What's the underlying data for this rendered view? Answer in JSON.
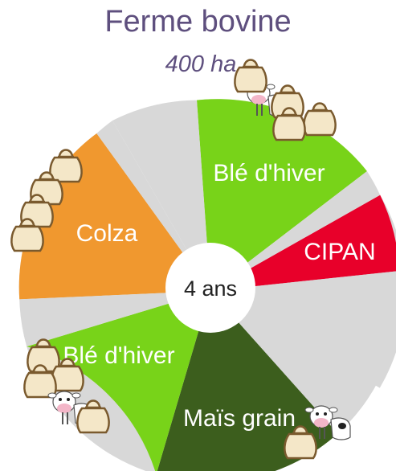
{
  "title": "Ferme bovine",
  "subtitle": "400 ha",
  "center": "4 ans",
  "segments": [
    {
      "label": "Blé d'hiver",
      "color": "#78d319"
    },
    {
      "label": "CIPAN",
      "color": "#e8002a"
    },
    {
      "label": "Maïs grain",
      "color": "#3c5e1d"
    },
    {
      "label": "Blé d'hiver",
      "color": "#78d319"
    },
    {
      "label": "Colza",
      "color": "#f0982f"
    }
  ],
  "gap_color": "#d8d8d8",
  "icons": [
    "grain-sack-icon",
    "cow-icon"
  ]
}
